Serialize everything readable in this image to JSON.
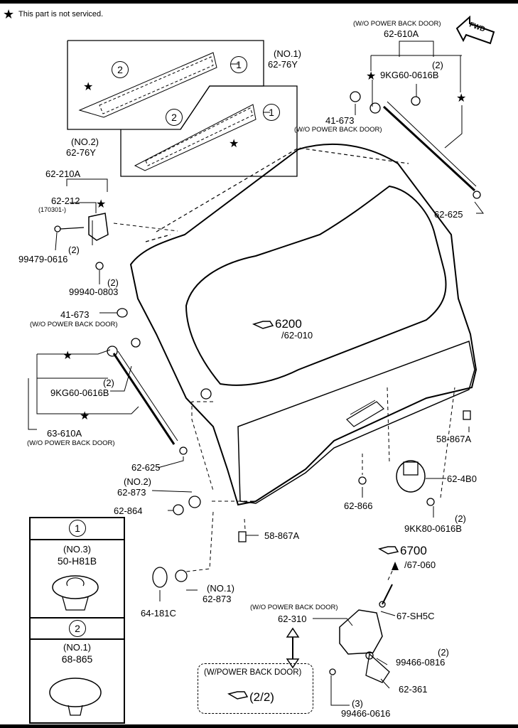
{
  "note": {
    "symbol": "★",
    "text": "This part is not serviced."
  },
  "fwd": "FWD",
  "labels": {
    "wo_power_back_door_top": "(W/O POWER BACK DOOR)",
    "p62_610A": "62-610A",
    "qty2_a": "(2)",
    "p9KG60_0616B_right": "9KG60-0616B",
    "no1": "(NO.1)",
    "p62_76Y_a": "62-76Y",
    "no2": "(NO.2)",
    "p62_76Y_b": "62-76Y",
    "p41_673_right": "41-673",
    "wo_power_back_door_41": "(W/O POWER BACK DOOR)",
    "p62_625_right": "62-625",
    "p62_210A": "62-210A",
    "p62_212": "62-212",
    "date_170301": "(170301-)",
    "qty2_b": "(2)",
    "p99479_0616": "99479-0616",
    "qty2_c": "(2)",
    "p99940_0803": "99940-0803",
    "p41_673_left": "41-673",
    "wo_power_back_door_left41": "(W/O POWER BACK DOOR)",
    "ref_6200": "6200",
    "ref_62_010": "/62-010",
    "qty2_d": "(2)",
    "p9KG60_0616B_left": "9KG60-0616B",
    "p63_610A": "63-610A",
    "wo_power_back_door_63": "(W/O POWER BACK DOOR)",
    "p58_867A_right": "58-867A",
    "p62_625_left": "62-625",
    "no2_b": "(NO.2)",
    "p62_873_a": "62-873",
    "p62_864": "62-864",
    "p62_4B0": "62-4B0",
    "p62_866": "62-866",
    "qty2_e": "(2)",
    "p9KK80_0616B": "9KK80-0616B",
    "p58_867A_left": "58-867A",
    "ref_6700": "6700",
    "ref_67_060": "/67-060",
    "no1_b": "(NO.1)",
    "p62_873_b": "62-873",
    "p64_181C": "64-181C",
    "p67_SH5C": "67-SH5C",
    "wo_power_back_door_62310": "(W/O POWER BACK DOOR)",
    "p62_310": "62-310",
    "qty2_f": "(2)",
    "p99466_0816": "99466-0816",
    "p62_361": "62-361",
    "qty3": "(3)",
    "p99466_0616": "99466-0616",
    "w_power_back_door": "(W/POWER BACK DOOR)",
    "page_ref": "(2/2)"
  },
  "legend": {
    "item1_num": "1",
    "item1_no": "(NO.3)",
    "item1_part": "50-H81B",
    "item2_num": "2",
    "item2_no": "(NO.1)",
    "item2_part": "68-865"
  },
  "callout_nums": {
    "one": "1",
    "two": "2"
  }
}
